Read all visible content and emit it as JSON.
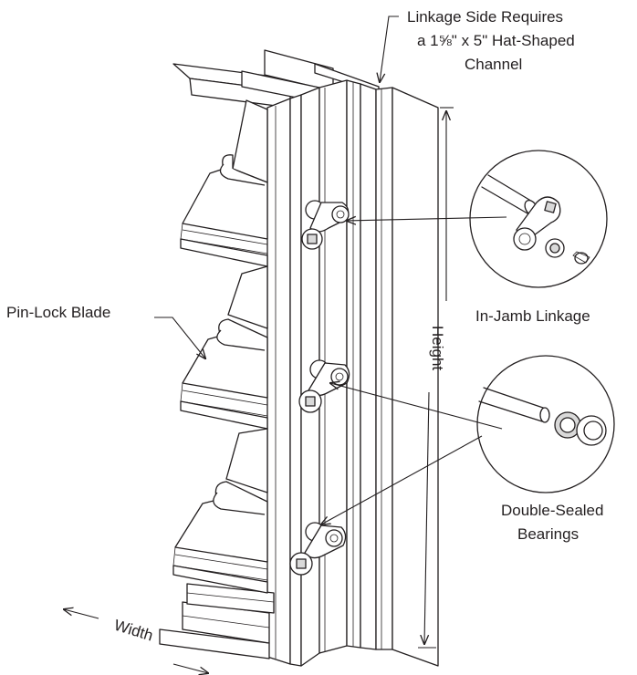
{
  "labels": {
    "linkage_side": [
      "Linkage Side Requires",
      "a 1⅝\" x 5\" Hat-Shaped",
      "Channel"
    ],
    "in_jamb_linkage": "In-Jamb Linkage",
    "pin_lock_blade": "Pin-Lock Blade",
    "height": "Height",
    "double_sealed_bearings": [
      "Double-Sealed",
      "Bearings"
    ],
    "width": "Width"
  },
  "colors": {
    "line": "#231f20",
    "background": "#ffffff",
    "metal_shade": "#d9d9d9"
  }
}
